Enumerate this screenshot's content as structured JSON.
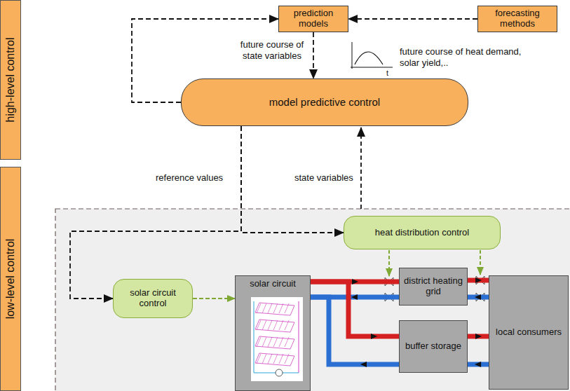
{
  "diagram": {
    "nodes": [
      {
        "text": [
          "high-level control"
        ]
      },
      {
        "text": [
          "low-level control"
        ]
      },
      {
        "text": [
          "prediction models"
        ]
      },
      {
        "text": [
          "forecasting methods"
        ]
      },
      {
        "text": [
          "model predictive control"
        ]
      },
      {
        "text": [
          "heat distribution control"
        ]
      },
      {
        "text": [
          "solar circuit control"
        ]
      },
      {
        "text": [
          "solar circuit"
        ]
      },
      {
        "text": [
          "district heating grid"
        ]
      },
      {
        "text": [
          "buffer storage"
        ]
      },
      {
        "text": [
          "local consumers"
        ]
      }
    ],
    "edges": [
      {
        "from": 3,
        "to": 2,
        "arrow": "to"
      },
      {
        "from": 2,
        "to": 4,
        "label": "future course of state variables",
        "arrow": "to"
      },
      {
        "from": 4,
        "to": 2,
        "arrow": "to"
      },
      {
        "from": 4,
        "to": 6,
        "arrow": "to"
      },
      {
        "from": 4,
        "to": 5,
        "arrow": "to"
      },
      {
        "from": 6,
        "to": 7,
        "arrow": "to"
      },
      {
        "from": 7,
        "to": 8,
        "arrow": "none"
      },
      {
        "from": 7,
        "to": 9,
        "arrow": "none"
      },
      {
        "from": 8,
        "to": 10,
        "arrow": "none"
      },
      {
        "from": 9,
        "to": 10,
        "arrow": "none"
      }
    ],
    "labels": [
      "future course of heat demand, solar yield,..",
      "reference values",
      "state variables",
      "t"
    ]
  }
}
